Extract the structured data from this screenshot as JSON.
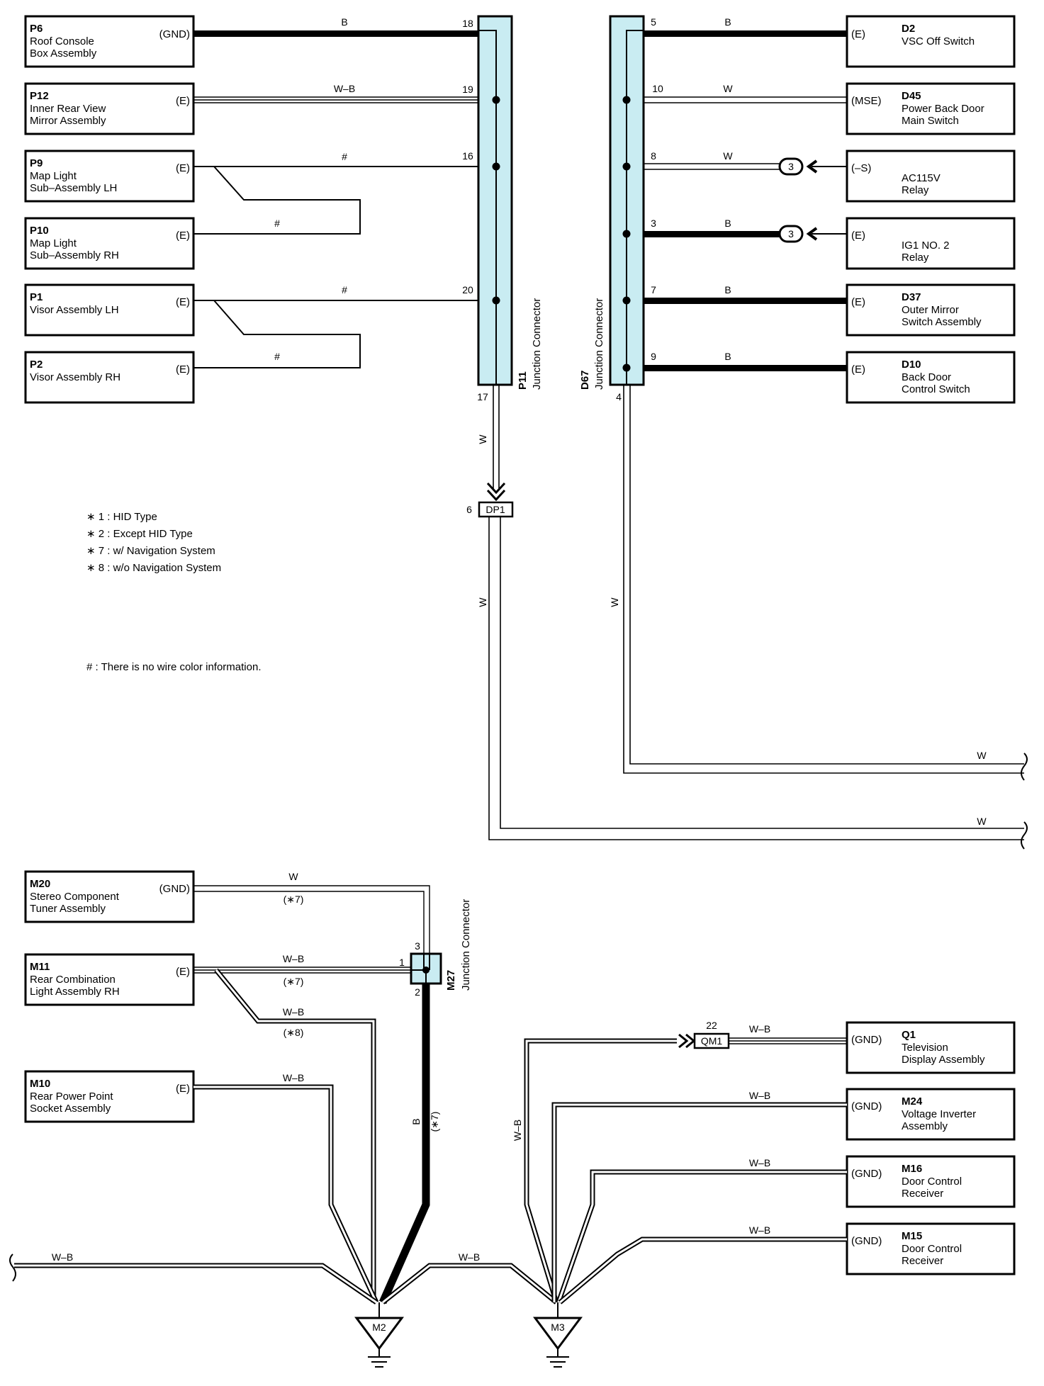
{
  "components": {
    "p6": {
      "code": "P6",
      "line1": "Roof Console",
      "line2": "Box Assembly",
      "ground": "(GND)"
    },
    "p12": {
      "code": "P12",
      "line1": "Inner Rear View",
      "line2": "Mirror Assembly",
      "ground": "(E)"
    },
    "p9": {
      "code": "P9",
      "line1": "Map Light",
      "line2": "Sub–Assembly LH",
      "ground": "(E)"
    },
    "p10": {
      "code": "P10",
      "line1": "Map Light",
      "line2": "Sub–Assembly RH",
      "ground": "(E)"
    },
    "p1": {
      "code": "P1",
      "line1": "Visor Assembly LH",
      "line2": "",
      "ground": "(E)"
    },
    "p2": {
      "code": "P2",
      "line1": "Visor Assembly RH",
      "line2": "",
      "ground": "(E)"
    },
    "d2": {
      "code": "D2",
      "line1": "VSC Off Switch",
      "line2": "",
      "ground": "(E)"
    },
    "d45": {
      "code": "D45",
      "line1": "Power Back Door",
      "line2": "Main Switch",
      "ground": "(MSE)"
    },
    "ac115v": {
      "code": "",
      "line1": "AC115V",
      "line2": "Relay",
      "ground": "(–S)"
    },
    "ig1": {
      "code": "",
      "line1": "IG1 NO. 2",
      "line2": "Relay",
      "ground": "(E)"
    },
    "d37": {
      "code": "D37",
      "line1": "Outer Mirror",
      "line2": "Switch Assembly",
      "ground": "(E)"
    },
    "d10": {
      "code": "D10",
      "line1": "Back Door",
      "line2": "Control Switch",
      "ground": "(E)"
    },
    "m20": {
      "code": "M20",
      "line1": "Stereo Component",
      "line2": "Tuner Assembly",
      "ground": "(GND)"
    },
    "m11": {
      "code": "M11",
      "line1": "Rear Combination",
      "line2": "Light Assembly RH",
      "ground": "(E)"
    },
    "m10": {
      "code": "M10",
      "line1": "Rear Power Point",
      "line2": "Socket Assembly",
      "ground": "(E)"
    },
    "q1": {
      "code": "Q1",
      "line1": "Television",
      "line2": "Display Assembly",
      "ground": "(GND)"
    },
    "m24": {
      "code": "M24",
      "line1": "Voltage Inverter",
      "line2": "Assembly",
      "ground": "(GND)"
    },
    "m16": {
      "code": "M16",
      "line1": "Door Control",
      "line2": "Receiver",
      "ground": "(GND)"
    },
    "m15": {
      "code": "M15",
      "line1": "Door Control",
      "line2": "Receiver",
      "ground": "(GND)"
    }
  },
  "junctions": {
    "p11": {
      "code": "P11",
      "label": "Junction Connector",
      "pin_bottom": "17"
    },
    "d67": {
      "code": "D67",
      "label": "Junction Connector",
      "pin_bottom": "4"
    },
    "m27": {
      "code": "M27",
      "label": "Junction Connector",
      "pin_top": "3",
      "pin_left": "1",
      "pin_bottom": "2"
    }
  },
  "pins": {
    "p6": "18",
    "p12": "19",
    "p9": "16",
    "p1": "20",
    "d2": "5",
    "d45": "10",
    "ac115v": "8",
    "ig1": "3",
    "d37": "7",
    "d10": "9"
  },
  "wires": {
    "b": "B",
    "w": "W",
    "wb": "W–B",
    "hash": "#"
  },
  "conditions": {
    "c7": "(∗7)",
    "c8": "(∗8)"
  },
  "connectors": {
    "dp1": {
      "label": "DP1",
      "pin": "6"
    },
    "qm1": {
      "label": "QM1",
      "pin": "22"
    },
    "inline3": "3"
  },
  "grounds": {
    "m2": "M2",
    "m3": "M3"
  },
  "legend": {
    "l1": "∗ 1 : HID Type",
    "l2": "∗ 2 : Except HID Type",
    "l3": "∗ 7 : w/ Navigation System",
    "l4": "∗ 8 : w/o Navigation System",
    "hash_note": "# : There is no wire color information."
  },
  "colors": {
    "junction_fill": "#c9ecf2",
    "line": "#000000"
  }
}
